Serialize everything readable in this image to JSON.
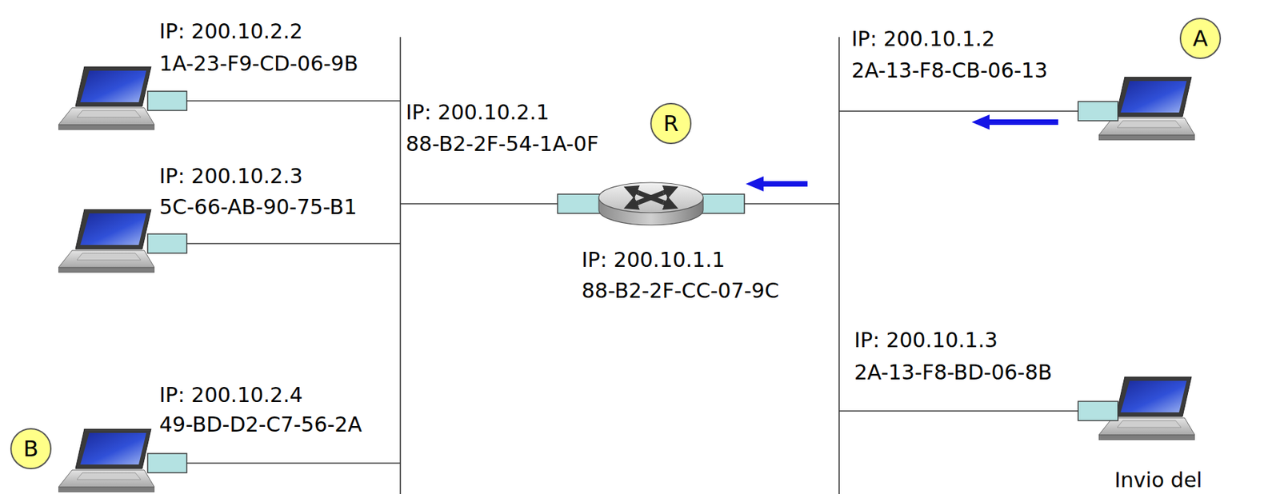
{
  "diagram": {
    "nodes": [
      {
        "text": [
          "A"
        ]
      },
      {
        "text": [
          "R"
        ]
      },
      {
        "text": [
          "B"
        ]
      }
    ],
    "labels": [
      "IP: 200.10.2.2",
      "1A-23-F9-CD-06-9B",
      "IP: 200.10.2.1",
      "88-B2-2F-54-1A-0F",
      "IP: 200.10.2.3",
      "5C-66-AB-90-75-B1",
      "IP: 200.10.1.1",
      "88-B2-2F-CC-07-9C",
      "IP: 200.10.2.4",
      "49-BD-D2-C7-56-2A",
      "IP: 200.10.1.2",
      "2A-13-F8-CB-06-13",
      "IP: 200.10.1.3",
      "2A-13-F8-BD-06-8B",
      "Invio del"
    ]
  }
}
